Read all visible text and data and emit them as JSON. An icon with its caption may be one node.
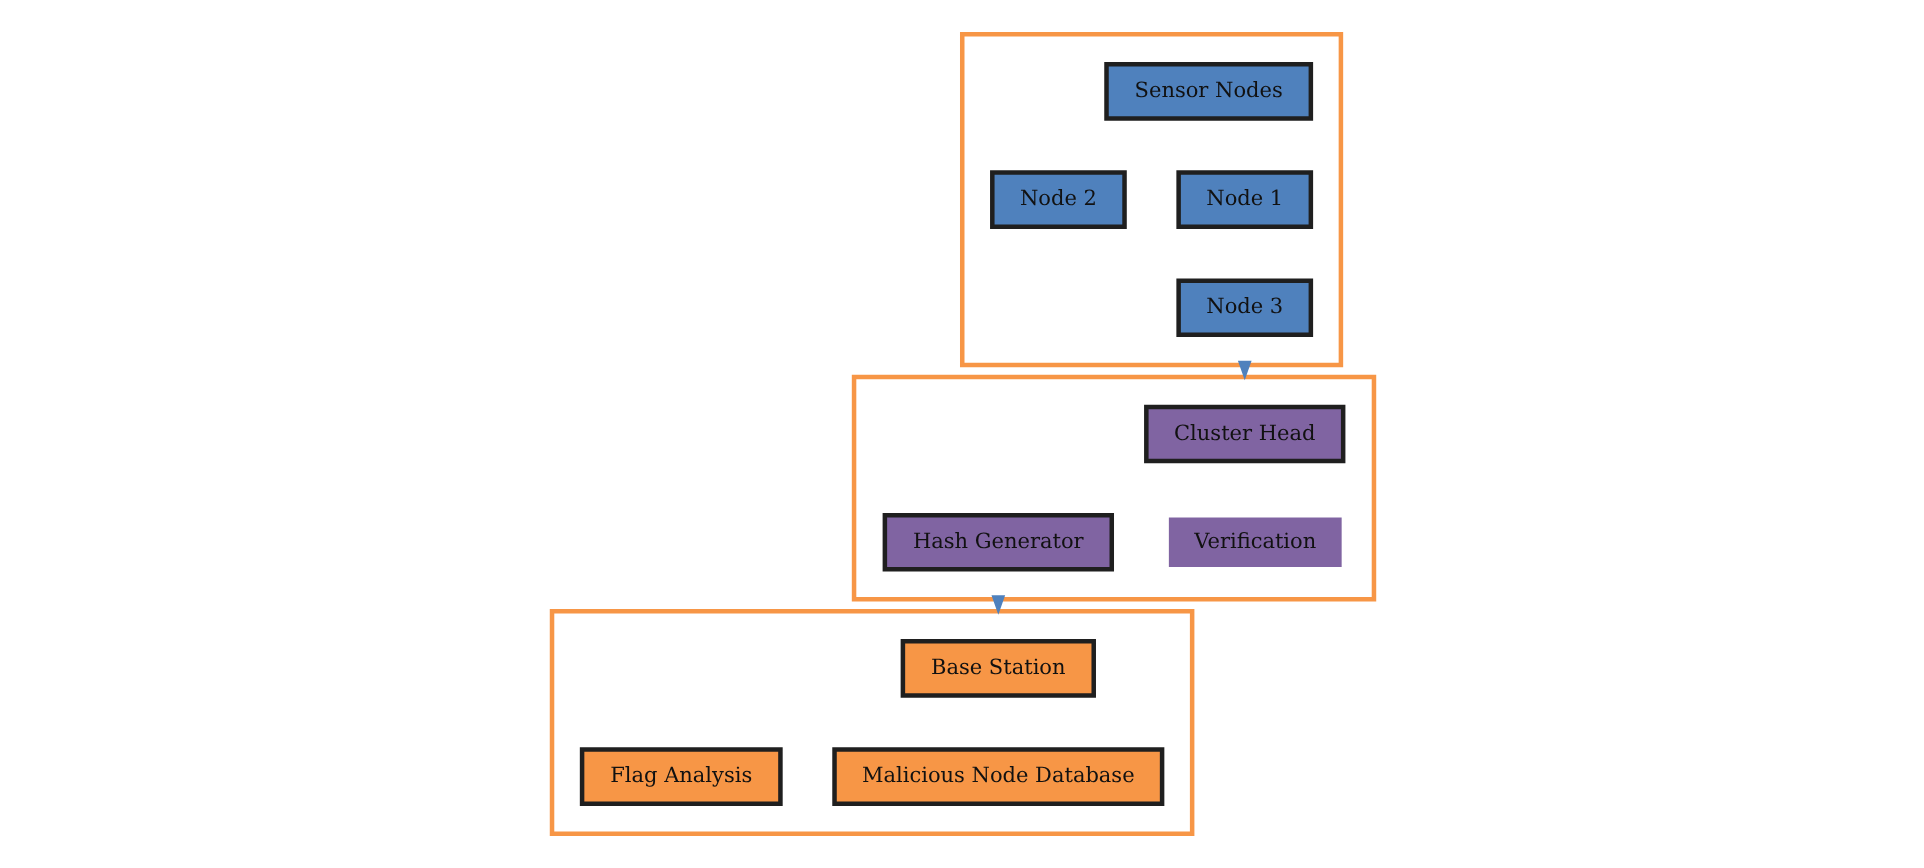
{
  "diagram": {
    "nodes": [
      {
        "text": [],
        "shape": "box"
      },
      {
        "text": [
          "Sensor Nodes"
        ],
        "in": 0
      },
      {
        "text": [
          "Node 1"
        ],
        "in": 0
      },
      {
        "text": [
          "Node 2"
        ],
        "in": 0
      },
      {
        "text": [
          "Node 3"
        ],
        "in": 0
      },
      {
        "text": [],
        "shape": "box"
      },
      {
        "text": [
          "Cluster Head"
        ],
        "in": 5
      },
      {
        "text": [
          "Verification"
        ],
        "in": 5
      },
      {
        "text": [
          "Hash Generator"
        ],
        "in": 5
      },
      {
        "text": [],
        "shape": "box"
      },
      {
        "text": [
          "Base Station"
        ],
        "in": 9
      },
      {
        "text": [
          "Malicious Node Database"
        ],
        "in": 9
      },
      {
        "text": [
          "Flag Analysis"
        ],
        "in": 9
      }
    ],
    "edges": [
      {
        "from": 0,
        "to": 5,
        "arrow": "to"
      },
      {
        "from": 5,
        "to": 9,
        "arrow": "to"
      }
    ]
  }
}
